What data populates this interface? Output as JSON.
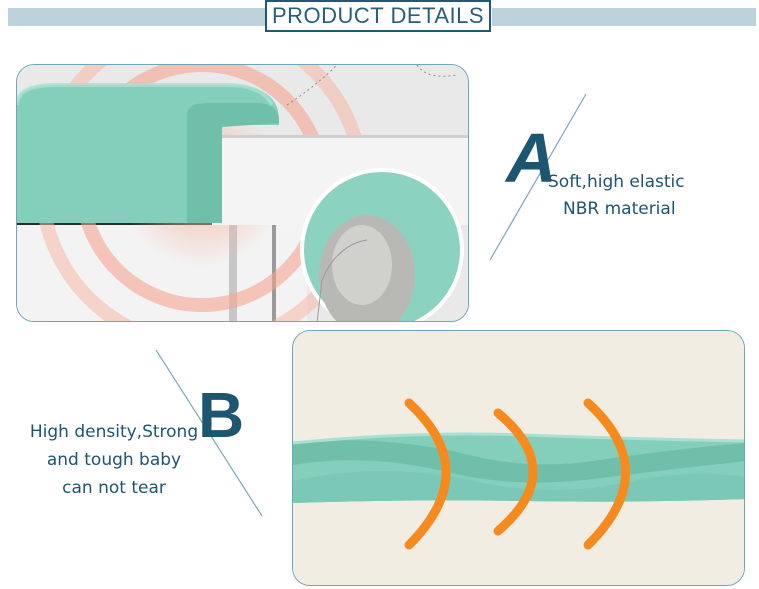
{
  "header": {
    "title": "PRODUCT DETAILS"
  },
  "features": [
    {
      "letter": "A",
      "lines": [
        "Soft,high elastic",
        "NBR material"
      ]
    },
    {
      "letter": "B",
      "lines": [
        "High density,Strong",
        "and tough baby",
        "can not tear"
      ]
    }
  ],
  "colors": {
    "accent": "#1d5670",
    "foam": "#84cfbc",
    "arc": "#f68a1e",
    "band": "#bcd3dd"
  }
}
